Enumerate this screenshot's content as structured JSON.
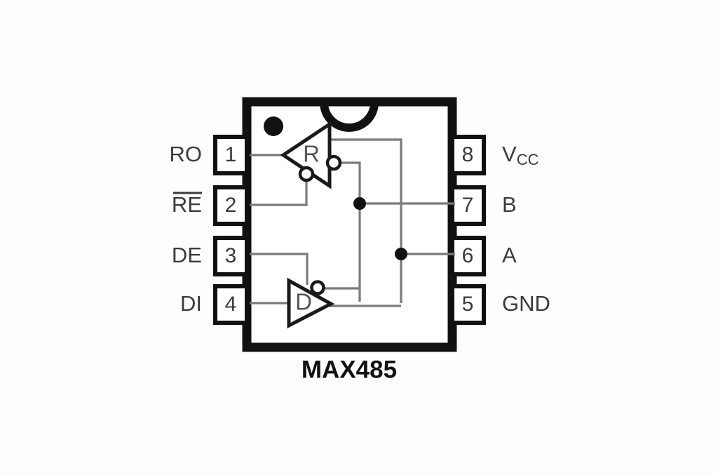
{
  "diagram": {
    "title": "MAX485",
    "part_label": "MAX485",
    "package_type": "8-pin DIP",
    "notch_marker": "semicircle-notch",
    "pin1_marker": "pin1-dot"
  },
  "pins": {
    "left": [
      {
        "number": "1",
        "label": "RO",
        "overline": false
      },
      {
        "number": "2",
        "label": "RE",
        "overline": true
      },
      {
        "number": "3",
        "label": "DE",
        "overline": false
      },
      {
        "number": "4",
        "label": "DI",
        "overline": false
      }
    ],
    "right": [
      {
        "number": "8",
        "label": "V",
        "sub": "CC",
        "overline": false
      },
      {
        "number": "7",
        "label": "B",
        "sub": "",
        "overline": false
      },
      {
        "number": "6",
        "label": "A",
        "sub": "",
        "overline": false
      },
      {
        "number": "5",
        "label": "GND",
        "sub": "",
        "overline": false
      }
    ]
  },
  "gates": [
    {
      "name": "receiver",
      "letter": "R",
      "direction": "left",
      "bubbles": 2
    },
    {
      "name": "driver",
      "letter": "D",
      "direction": "right",
      "bubbles": 1
    }
  ],
  "colors": {
    "outline": "#111111",
    "wire": "#7b7b7b",
    "label_text": "#3b3b3b",
    "gate_letter": "#555555",
    "background": "#fdfdfd"
  }
}
